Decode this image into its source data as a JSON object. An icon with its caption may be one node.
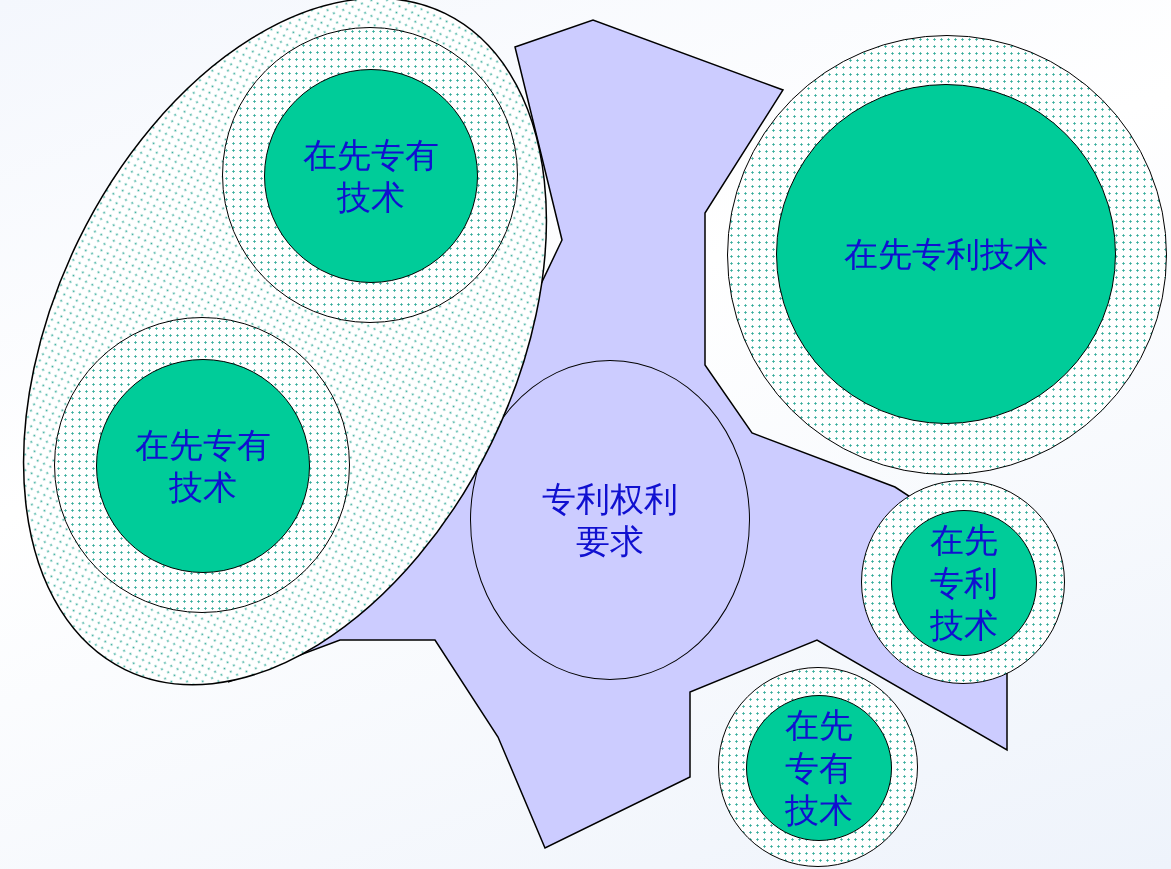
{
  "diagram": {
    "nodes": [
      {
        "text": [],
        "shape": "polygon"
      },
      {
        "text": [
          "专利权利要求"
        ],
        "in": 0
      },
      {
        "text": [],
        "shape": "ellipse"
      },
      {
        "text": [],
        "shape": "circle",
        "in": 2
      },
      {
        "text": [
          "在先专有技术"
        ],
        "in": 3
      },
      {
        "text": [],
        "shape": "circle",
        "in": 2
      },
      {
        "text": [
          "在先专有技术"
        ],
        "in": 5
      },
      {
        "text": [],
        "shape": "circle"
      },
      {
        "text": [
          "在先专利技术"
        ],
        "in": 7
      },
      {
        "text": [],
        "shape": "circle"
      },
      {
        "text": [
          "在先专利技术"
        ],
        "in": 9
      },
      {
        "text": [],
        "shape": "circle"
      },
      {
        "text": [
          "在先专有技术"
        ],
        "in": 11
      }
    ],
    "edges": []
  }
}
